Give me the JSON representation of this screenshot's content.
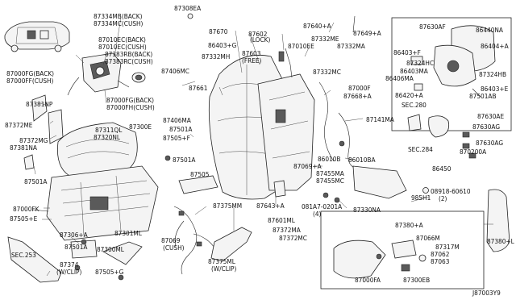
{
  "diagram_code": "J87003Y9",
  "labels": {
    "l_87334MB": "87334MB(BACK)",
    "l_87334MC": "87334MC(CUSH)",
    "l_87010EC_back": "87010EC(BACK)",
    "l_87010EC_cush": "87010EC(CUSH)",
    "l_87383RB": "87383RB(BACK)",
    "l_87383RC": "87383RC(CUSH)",
    "l_87000FG_back": "87000FG(BACK)",
    "l_87000FF_cush": "87000FF(CUSH)",
    "l_87000FG_back2": "87000FG(BACK)",
    "l_87000FH_cush": "87000FH(CUSH)",
    "l_87308EA": "87308EA",
    "l_87670": "87670",
    "l_87602": "87602",
    "l_lock": "(LOCK)",
    "l_87640A": "87640+A",
    "l_87649A": "87649+A",
    "l_86403G": "86403+G",
    "l_87332ME": "87332ME",
    "l_87332MA": "87332MA",
    "l_87332MH": "87332MH",
    "l_87603": "87603",
    "l_free": "(FREE)",
    "l_87010EE": "87010EE",
    "l_87332MC": "87332MC",
    "l_87000F": "87000F",
    "l_87668A": "87668+A",
    "l_87406MC": "87406MC",
    "l_87661": "87661",
    "l_87381NP": "87381NP",
    "l_87372ME": "87372ME",
    "l_87372MG": "87372MG",
    "l_87381NA": "87381NA",
    "l_87311QL": "87311QL",
    "l_87320NL": "87320NL",
    "l_87300E": "87300E",
    "l_87406MA": "87406MA",
    "l_87501A_1": "87501A",
    "l_87505F": "87505+F",
    "l_87501A_2": "87501A",
    "l_87505": "87505",
    "l_87501A_3": "87501A",
    "l_87000FK": "87000FK",
    "l_87505E": "87505+E",
    "l_87306A": "87306+A",
    "l_87501A_4": "87501A",
    "l_sec253": "SEC.253",
    "l_87374": "87374",
    "l_wclip1": "(W/CLIP)",
    "l_87301ML": "87301ML",
    "l_87300ML": "87300ML",
    "l_87505G": "87505+G",
    "l_87069": "87069",
    "l_cush": "(CUSH)",
    "l_87375MM": "87375MM",
    "l_87375ML": "87375ML",
    "l_wclip2": "(W/CLIP)",
    "l_87643A": "87643+A",
    "l_87601ML": "87601ML",
    "l_87141MA": "87141MA",
    "l_86010BA": "86010BA",
    "l_86010B": "86010B",
    "l_87069A": "87069+A",
    "l_87455MA": "87455MA",
    "l_87455MC": "87455MC",
    "l_081A7": "081A7-0201A",
    "l_qty4": "(4)",
    "l_87372MA": "87372MA",
    "l_87372MC": "87372MC",
    "l_985H1": "985H1",
    "l_08918": "08918-60610",
    "l_qty2": "(2)",
    "l_87330NA": "87330NA",
    "l_87380A": "87380+A",
    "l_87066M": "87066M",
    "l_87317M": "87317M",
    "l_87062": "87062",
    "l_87063": "87063",
    "l_87000FA": "87000FA",
    "l_87300EB": "87300EB",
    "l_87380L": "87380+L",
    "l_87630AF": "87630AF",
    "l_86440NA": "86440NA",
    "l_86403F": "86403+F",
    "l_86404A": "86404+A",
    "l_87324HC": "87324HC",
    "l_86403MA": "86403MA",
    "l_86406MA": "86406MA",
    "l_87324HB": "87324HB",
    "l_86403E": "86403+E",
    "l_86420A": "86420+A",
    "l_87501AB": "87501AB",
    "l_sec280": "SEC.280",
    "l_87630AE": "87630AE",
    "l_87630AG_1": "87630AG",
    "l_87630AG_2": "87630AG",
    "l_sec284": "SEC.284",
    "l_870200A": "870200A",
    "l_86450": "86450"
  }
}
